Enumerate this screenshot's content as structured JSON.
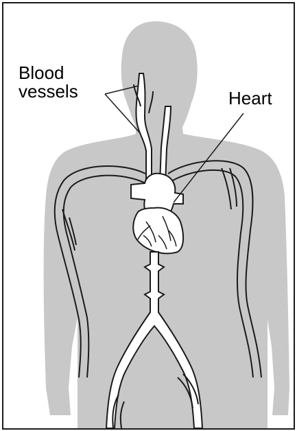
{
  "labels": {
    "blood_line1": "Blood",
    "blood_line2": "vessels",
    "heart": "Heart"
  },
  "colors": {
    "body_silhouette": "#c8c8c8",
    "vessel_fill": "#ffffff",
    "outline": "#1a1a1a"
  }
}
